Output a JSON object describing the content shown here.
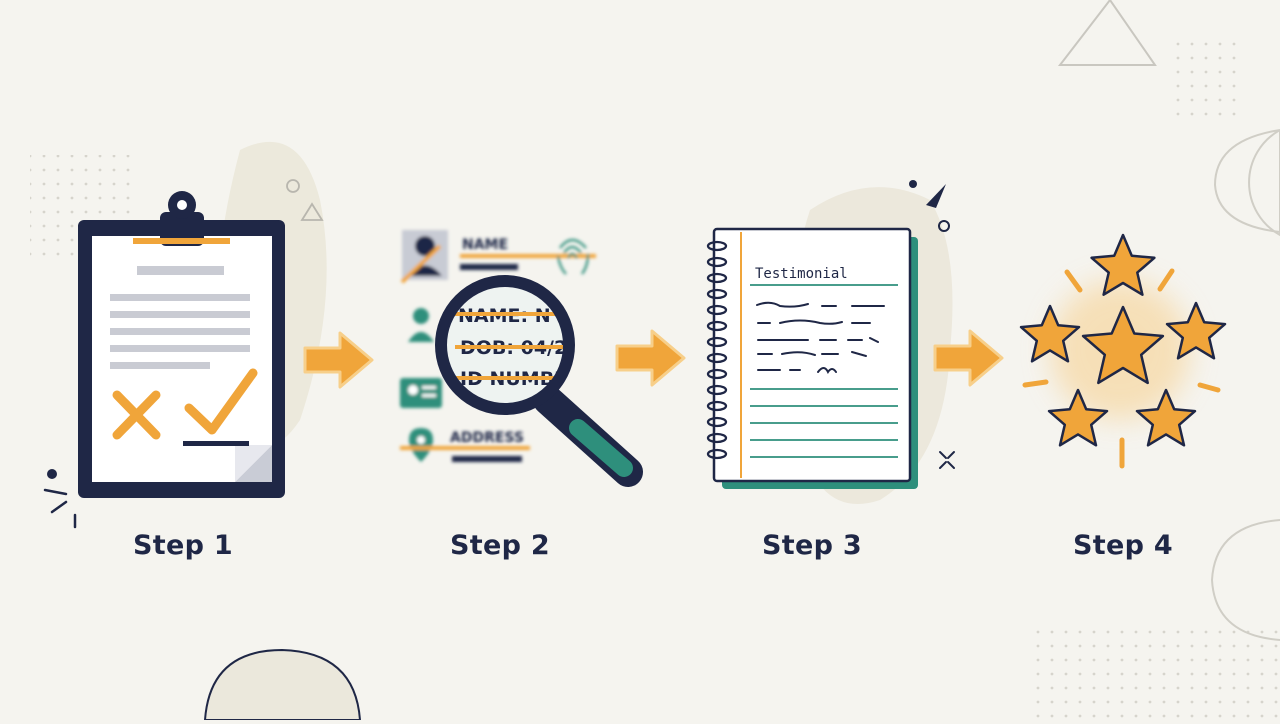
{
  "steps": [
    {
      "label": "Step 1",
      "icon": "clipboard-checklist-icon"
    },
    {
      "label": "Step 2",
      "icon": "magnifier-id-card-icon"
    },
    {
      "label": "Step 3",
      "icon": "testimonial-notebook-icon"
    },
    {
      "label": "Step 4",
      "icon": "five-stars-icon"
    }
  ],
  "id_card": {
    "name": "NAME",
    "name_zoom": "NAME: N",
    "dob_zoom": "DOB: 04/2",
    "id_zoom": "ID NUMBER",
    "address": "ADDRESS"
  },
  "notebook": {
    "title": "Testimonial"
  },
  "colors": {
    "navy": "#1f2746",
    "orange": "#f0a53a",
    "teal": "#2e8f7c",
    "background": "#f5f4ef"
  }
}
